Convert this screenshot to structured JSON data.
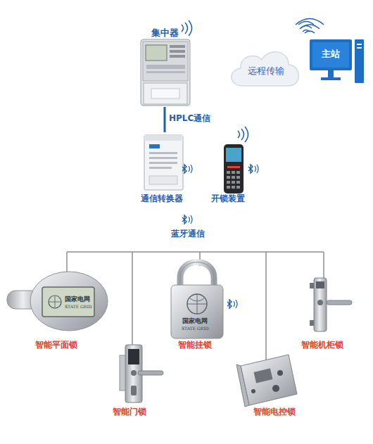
{
  "diagram": {
    "nodes": [
      {
        "text": [
          "集中器"
        ]
      },
      {
        "text": [
          "远程传输"
        ]
      },
      {
        "text": [
          "主站"
        ]
      },
      {
        "text": [
          "通信转换器"
        ]
      },
      {
        "text": [
          "开锁装置"
        ]
      },
      {
        "text": [
          "智能平面锁"
        ]
      },
      {
        "text": [
          "智能挂锁"
        ]
      },
      {
        "text": [
          "智能机柜锁"
        ]
      },
      {
        "text": [
          "智能门锁"
        ]
      },
      {
        "text": [
          "智能电控锁"
        ]
      }
    ],
    "edges": [
      {
        "from": 0,
        "to": 3,
        "label": "HPLC通信",
        "arrow": "none"
      }
    ],
    "labels": [
      "蓝牙通信",
      "国家电网",
      "STATE GRID",
      "国家电网",
      "STATE GRID"
    ]
  }
}
